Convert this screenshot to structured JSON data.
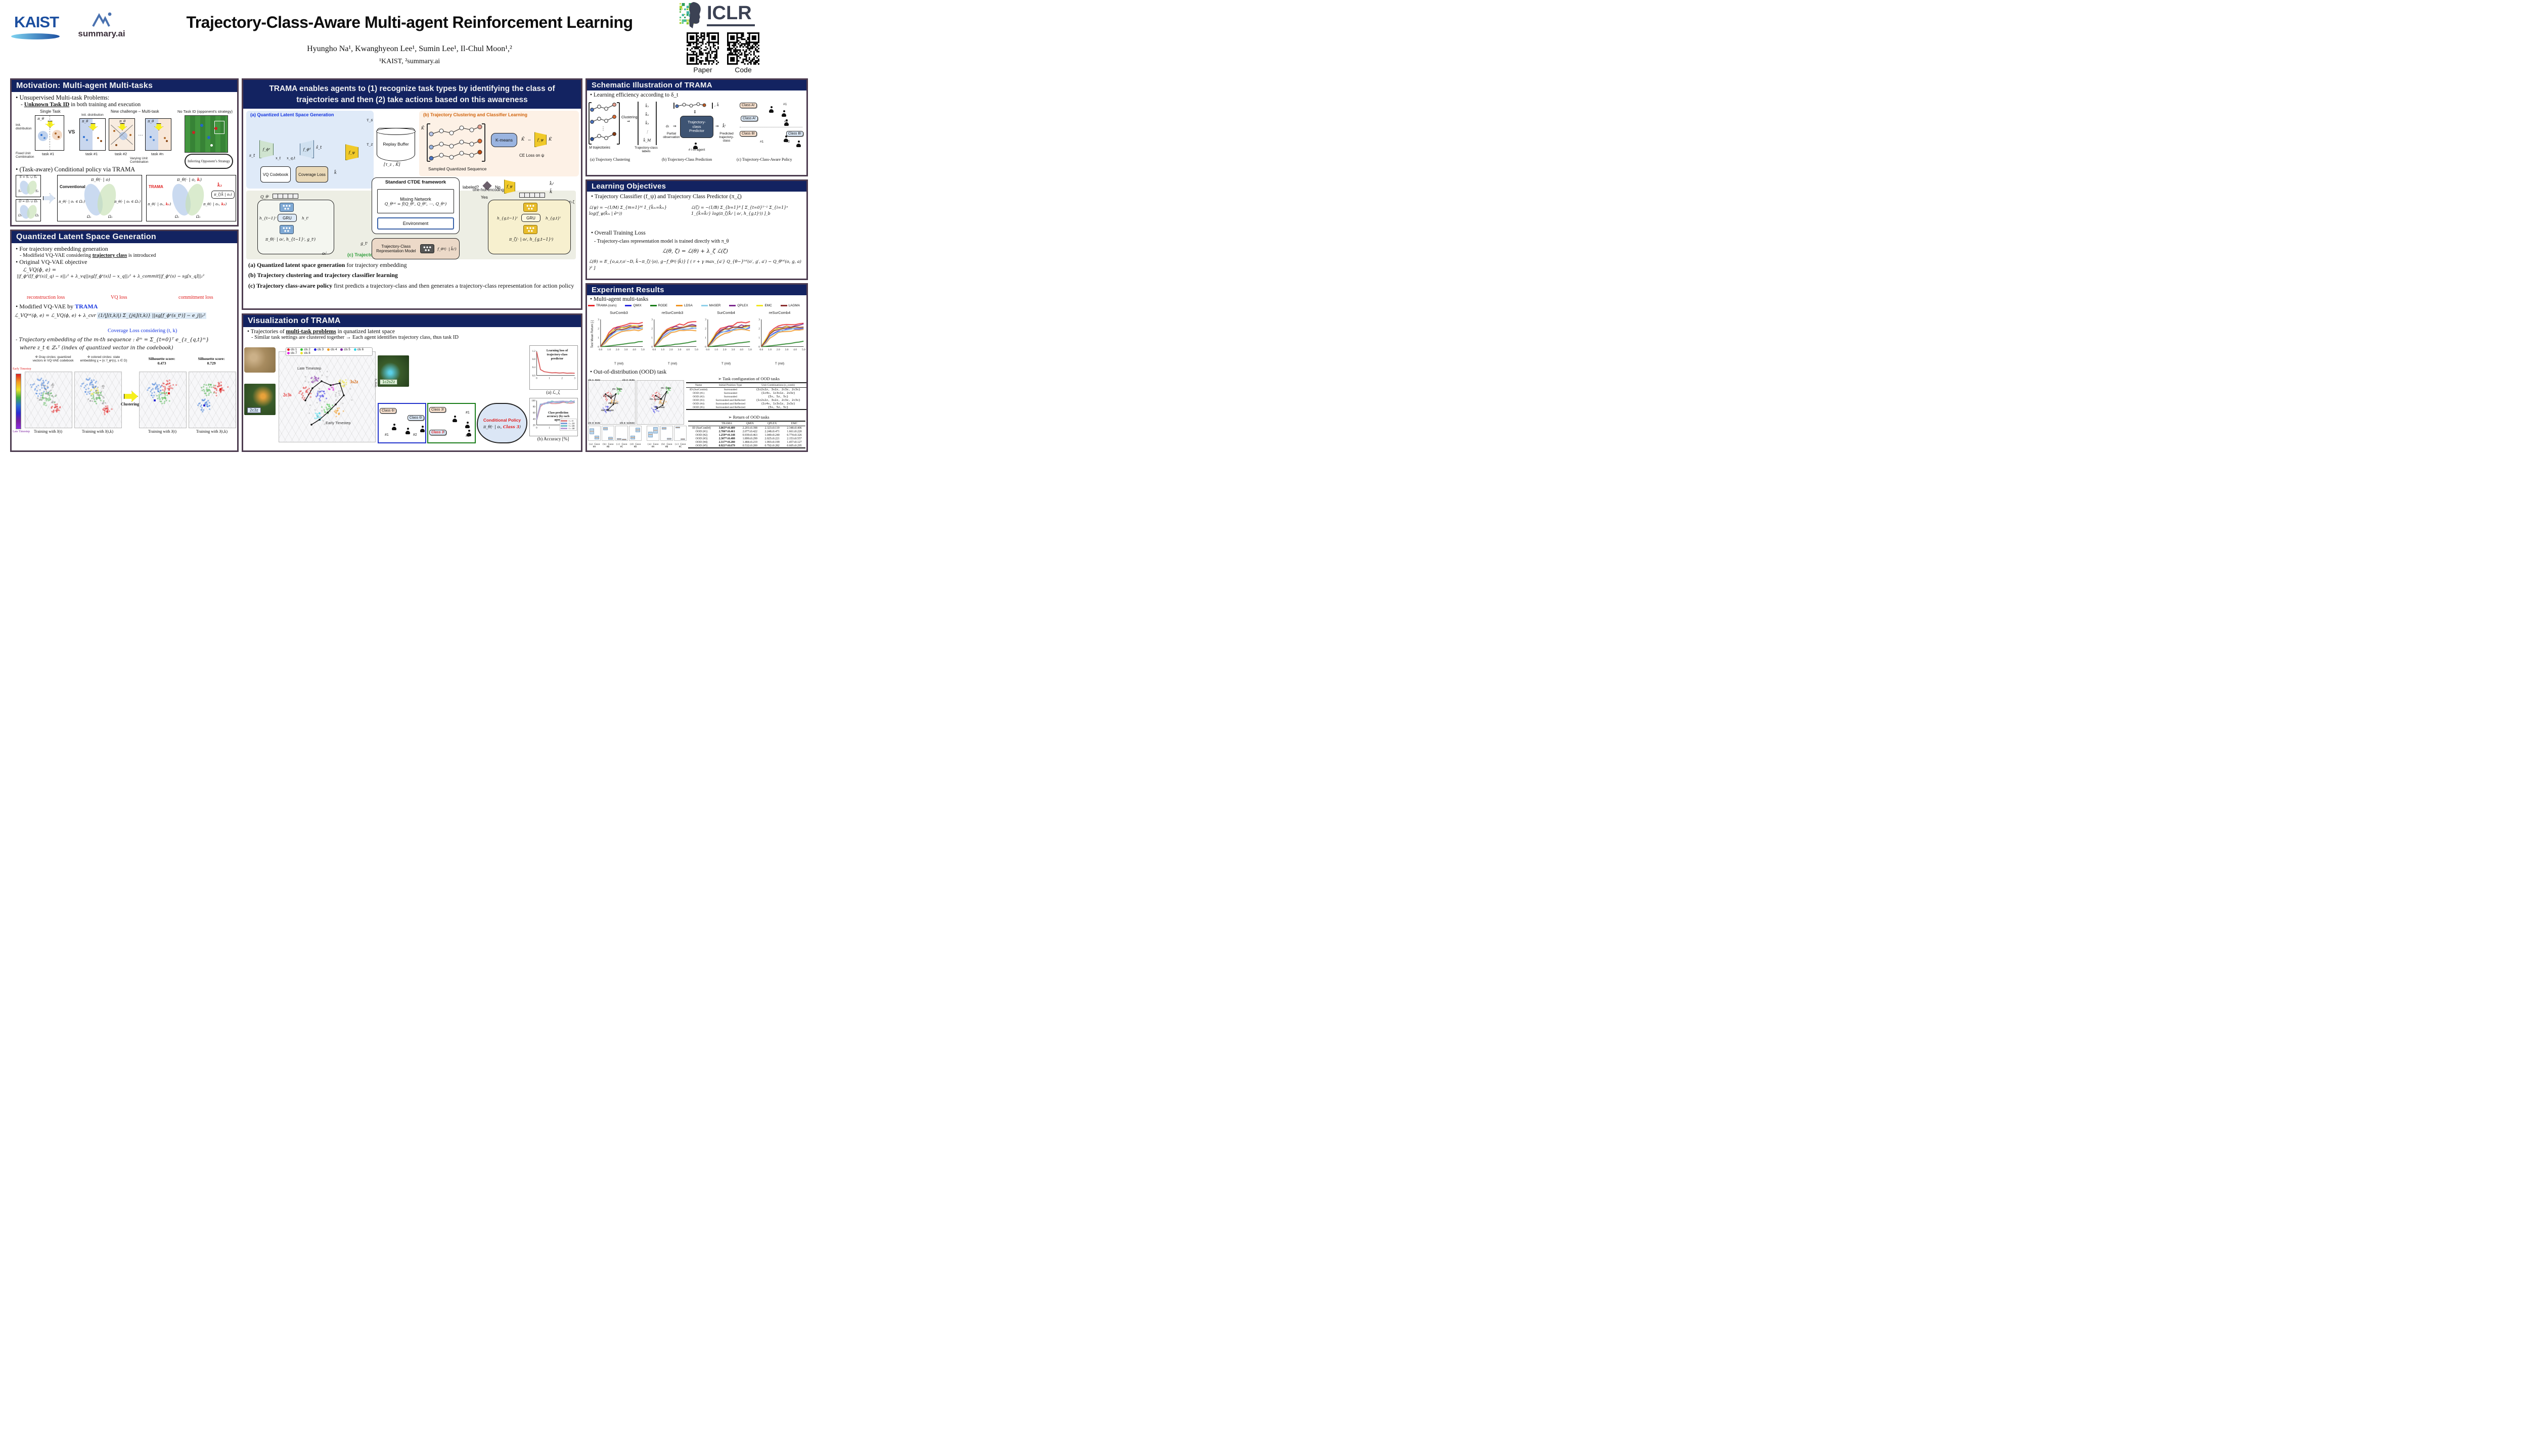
{
  "header": {
    "kaist": "KAIST",
    "summary": "summary.ai",
    "title": "Trajectory-Class-Aware Multi-agent Reinforcement Learning",
    "authors": "Hyungho Na¹, Kwanghyeon Lee¹, Sumin Lee¹, Il-Chul Moon¹,²",
    "affil": "¹KAIST, ²summary.ai",
    "iclr": "ICLR",
    "qr_paper": "Paper",
    "qr_code": "Code"
  },
  "colors": {
    "navy": "#132361",
    "border": "#4d3c50",
    "accent_red": "#e01f1f",
    "accent_blue": "#1535e0",
    "accent_green": "#2e9e3a",
    "accent_orange": "#d2660f"
  },
  "motivation": {
    "title": "Motivation: Multi-agent Multi-tasks",
    "b1": "• Unsupervised Multi-task Problems:",
    "b1s_pre": "- ",
    "b1s_u": "Unknown Task ID",
    "b1s_rest": " in both training and execution",
    "lbl_single": "Single Task",
    "lbl_init": "Init. distribution",
    "lbl_init2": "Init. distribution",
    "lbl_new": "New challenge – Multi-task",
    "lbl_notask": "No Task ID (opponent’s strategy)",
    "pi": "π_θ",
    "vs": "VS",
    "dots": "…",
    "task1a": "task #1",
    "task1b": "task #1",
    "task2": "task #2",
    "taskn": "task #n",
    "fixed_unit": "Fixed Unit Combination",
    "varying_unit": "Varying Unit Combination",
    "cloud": "Inferring Opponent’s Strategy",
    "b2": "• (Task-aware) Conditional policy via TRAMA",
    "venn1_title": "S = S₁ ∪ S₂",
    "venn1_s1": "S₁",
    "venn1_s2": "S₂",
    "venn2_title": "Ω = Ω₁ ∪ Ω₂",
    "venn2_o1": "Ω₁",
    "venn2_o2": "Ω₂",
    "conv": {
      "name": "Conventional",
      "eq_top": "π_θ(· | o)",
      "eq_l": "π_θ(· | o₁ ∈ Ω₁)",
      "eq_r": "π_θ(· | o₂ ∈ Ω₁)",
      "o1": "Ω₁",
      "o2": "Ω₂"
    },
    "trama": {
      "name": "TRAMA",
      "eq_pre": "π_θ(· | o, ",
      "eq_k": "k",
      "eq_post": ")",
      "k2": "k̂₂",
      "predictor": "π_ζ(k̂ | o₂)",
      "eq_l_pre": "π_θ(· | o₁, ",
      "eq_l_k": "k₁",
      "eq_l_post": ")",
      "eq_r_pre": "π_θ(· | o₂, ",
      "eq_r_k": "k₂",
      "eq_r_post": ")",
      "o1": "Ω₁",
      "o2": "Ω₂"
    }
  },
  "quantized": {
    "title": "Quantized Latent Space Generation",
    "b1": "• For trajectory embedding generation",
    "b1s_pre": "- Modifieid VQ-VAE considering ",
    "b1s_u": "trajectory class",
    "b1s_rest": " is introduced",
    "b2": "•  Original VQ-VAE objective",
    "eq1a": "ℒ_VQ(ϕ, e) =",
    "eq1b": "||f_ϕᵈ([f_ϕᵉ(s)]_q) − s||₂² + λ_vq||sg[f_ϕᵉ(s)] − x_q||₂² + λ_commit||f_ϕᵉ(s) − sg[x_q]||₂²",
    "lab_rec": "reconstruction loss",
    "lab_vq": "VQ loss",
    "lab_commit": "commitment loss",
    "b3_pre": "•  Modified VQ-VAE by ",
    "b3_trama": "TRAMA",
    "eq2_pre": "ℒ_VQᵗᵒᵗ(ϕ, e) = ℒ_VQ(ϕ, e) + λ_cvr ",
    "eq2_hl": "(1/|J(t,k)|) Σ_{j∈J(t,k)} ||sg[f_ϕᵉ(s_tᵏ)] − e_j||₂²",
    "coverage": "Coverage Loss considering (t, k)",
    "traj": "- Trajectory embedding of the m-th sequence : ēᵐ = Σ_{t=0}ᵀ e_{z_{q,t}ᵐ}",
    "where": "where z_t ∈ ℤ₊ᵀ (index of quantized vector in the codebook)",
    "note_gray": "※ Gray circles: quantized vectors in VQ-VAE codebook",
    "note_colored": "※ colored circles: state embedding χ = {x: f_ϕᵉ(s), s ∈ D}",
    "sil_label1": "Silhouette score:",
    "sil1": "0.473",
    "sil_label2": "Silhouette score:",
    "sil2": "0.729",
    "clustering": "Clustering",
    "early": "Early Timestep",
    "late": "Late Timestep",
    "cap1": "Training with J(t)",
    "cap2": "Training with J(t,k)",
    "cap3": "Training with J(t)",
    "cap4": "Training with J(t,k)"
  },
  "trama": {
    "headline": "TRAMA enables agents to (1) recognize task types by identifying the class of trajectories and then (2) take actions based on this awareness",
    "sec_a": "(a) Quantized Latent Space Generation",
    "sec_b": "(b) Trajectory Clustering and Classifier Learning",
    "sec_c": "(c) Trajectory-Class-Dependent Policy",
    "cap_a_b": "(a) Quantized latent space generation",
    "cap_a_r": " for trajectory embedding",
    "cap_b_b": "(b) Trajectory clustering and trajectory classifier learning",
    "cap_c_b": "(c) Trajectory class-aware policy",
    "cap_c_r": " first predicts a trajectory-class and then generates a trajectory-class representation for action policy",
    "labels": {
      "st": "s_t",
      "fe": "f_ϕᵉ",
      "xt": "x_t",
      "xqt": "x_q,t",
      "fd": "f_ϕᵈ",
      "sh": "ŝ_t",
      "vq": "VQ Codebook",
      "cov": "Coverage Loss",
      "fpsi": "f_ψ",
      "kbar_s": "k̄",
      "tau_s": "τ_s",
      "tau_z": "τ_z",
      "replay": "Replay Buffer",
      "tzK": "[τ_z , K̄]",
      "Kbar": "K̄",
      "sampled": "Sampled Quantized Sequence",
      "kmeans": "K-means",
      "iff": "⇔",
      "Khat": "K̂",
      "ce_psi": "CE Loss on ψ",
      "labeled": "labeled?",
      "no": "No",
      "yes": "Yes",
      "kbar2": "k̄",
      "ce_zeta": "⇕ ~ CE Loss on ζ",
      "onehot": "one-hot encoding",
      "khat_i": "k̂ₜⁱ",
      "ctde": "Standard CTDE framework",
      "mixing": "Mixing Network",
      "mix_eq": "Q_θᵗᵒᵗ = f(Q_θ¹, Q_θ², ⋯, Q_θⁿ)",
      "env": "Environment",
      "Qi": "Q_θⁱ",
      "gru1": "GRU",
      "gru2": "GRU",
      "ht1": "h_{t−1}ⁱ",
      "ht": "h_tⁱ",
      "gt": "g_tⁱ",
      "tcr": "Trajectory-Class Representation Model",
      "fg": "f_θᵍ(· | k̂ₜⁱ)",
      "pol_l": "π_θ(· | oₜⁱ, h_{t−1}ⁱ, g_tⁱ)",
      "pol_r": "π_ζ(· | oₜⁱ, h_{g,t−1}ⁱ)",
      "hg1": "h_{g,t−1}ⁱ",
      "hg": "h_{g,t}ⁱ",
      "oi": "oₜⁱ"
    }
  },
  "visualization": {
    "title": "Visualization of TRAMA",
    "b1_pre": "• Trajectories of ",
    "b1_u": "multi-task problems",
    "b1_rest": " in qunatized latent space",
    "sub": "- Similar task settings are clustered together → Each agent identifies trajectory class, thus task ID",
    "legend": [
      {
        "label": "cls 1",
        "color": "#e02020"
      },
      {
        "label": "cls 2",
        "color": "#2ec22e"
      },
      {
        "label": "cls 3",
        "color": "#2020e0"
      },
      {
        "label": "cls 4",
        "color": "#f09a22"
      },
      {
        "label": "cls 5",
        "color": "#7a1fa0"
      },
      {
        "label": "cls 6",
        "color": "#30d5e8"
      },
      {
        "label": "cls 7",
        "color": "#e020e0"
      },
      {
        "label": "cls 8",
        "color": "#ece32a"
      }
    ],
    "late": "Late Timestep",
    "early": "Early Timestep",
    "t2c3s": "2c3s",
    "t3s2z": "3s2z",
    "axis3": "X₃ Axis",
    "thumb2_label": "2c3z",
    "thumb3_label": "1c2s2z",
    "bluebox": {
      "b1": "Class 6!",
      "b2": "Class 6!",
      "a1": "#1",
      "a2": "#2"
    },
    "greenbox": {
      "b1": "Class 3!",
      "b2_pre": "Class 3",
      "b2_post": "!",
      "a1": "#1",
      "a2": "#2"
    },
    "cloud_t": "Conditional Policy",
    "cloud_pre": "π_θ(· | oᵢ, ",
    "cloud_red": "Class 3",
    "cloud_post": ")",
    "loss_ann": "Learning loss of trajectory-class predictor",
    "loss_cap": "(a) ℒ_ζ",
    "loss_curve": {
      "xmax": 3,
      "ymax": 1.2,
      "color": "#d23a3a",
      "values": [
        1.15,
        0.3,
        0.18,
        0.15,
        0.13,
        0.14,
        0.12,
        0.13,
        0.11,
        0.12,
        0.11
      ],
      "xticks": [
        "0",
        "1",
        "2",
        "3"
      ],
      "yticks": [
        "0.0",
        "0.4",
        "0.8",
        "1.2"
      ],
      "xlabel": "T (mil)",
      "ylabel": "Loss [-]"
    },
    "acc_ann": "Class prediction accuracy (by each agent)",
    "acc_cap": "(b) Accuracy [%]",
    "acc_legend": [
      {
        "label": "t = 0",
        "color": "#d98080"
      },
      {
        "label": "t = 10",
        "color": "#7e9cd8"
      },
      {
        "label": "t = 20",
        "color": "#6fc3c9"
      },
      {
        "label": "t = 30",
        "color": "#b89cd8"
      }
    ],
    "acc_curves": {
      "xmax": 3,
      "ymax": 100,
      "series": [
        {
          "color": "#d98080",
          "values": [
            20,
            78,
            86,
            88,
            89,
            90,
            90,
            91,
            90,
            91,
            91
          ]
        },
        {
          "color": "#7e9cd8",
          "values": [
            22,
            82,
            90,
            92,
            93,
            93,
            94,
            94,
            94,
            94,
            94
          ]
        },
        {
          "color": "#6fc3c9",
          "values": [
            24,
            84,
            91,
            93,
            94,
            94,
            95,
            95,
            95,
            95,
            95
          ]
        },
        {
          "color": "#b89cd8",
          "values": [
            25,
            85,
            92,
            94,
            95,
            95,
            95,
            96,
            95,
            96,
            96
          ]
        }
      ],
      "xticks": [
        "0",
        "1",
        "2",
        "3"
      ],
      "yticks": [
        "20",
        "40",
        "60",
        "80",
        "100"
      ],
      "xlabel": "T (mil)",
      "ylabel": "Accuracy [%]"
    }
  },
  "schematic": {
    "title": "Schematic Illustration of TRAMA",
    "b1": "• Learning efficiency according to δ_t",
    "a": {
      "m": "M trajectories",
      "clustering": "Clustering",
      "arrow": "⇒",
      "ks": [
        "k̄₁",
        "k̄₂",
        "k̄₃",
        "⋮",
        "k̄_M"
      ],
      "lab": "Trajectory-class labels"
    },
    "b": {
      "seq_k": ",  k̄",
      "ud": "⇕",
      "obs": "oᵢ",
      "arr1": "⇒",
      "box1": "Trajectory-",
      "box2": "class",
      "box3": "Predictor",
      "arr2": "⇒",
      "pred": "k̂ⁱ",
      "partial": "Partial observation",
      "agent": "# i-th agent",
      "predicted": "Predicted trajectory-class"
    },
    "c": {
      "ba1": "Class A!",
      "ba2": "Class A!",
      "bb1": "Class B!",
      "bb2": "Class B!",
      "i1": "#1",
      "i2": "#2",
      "i3": "#1",
      "i4": "#2"
    },
    "caps": [
      "(a) Trajectory Clustering",
      "(b) Trajectory-Class Prediction",
      "(c) Trajectory-Class-Aware Policy"
    ]
  },
  "objectives": {
    "title": "Learning Objectives",
    "b1": "• Trajectory Classifier (f_ψ) and Trajectory Class Predictor (π_ζ)",
    "eq_psi": "ℒ(ψ) = −(1/M) Σ_{m=1}ᴹ 1_{k̄ₘ=k̂ₘ} log(f_ψ(k̂ₘ | ēᵐ))",
    "eq_zeta": "ℒ(ζ) = −(1/B) Σ_{b=1}ᴮ [ Σ_{t=0}ᵀ⁻¹ Σ_{i=1}ⁿ 1_{k̄=k̂ₜⁱ} log(π_ζ(k̂ₜⁱ | oₜⁱ, h_{g,t}ⁱ)) ]_b",
    "b2": "• Overall Training Loss",
    "b2s": "- Trajectory-class representation model is trained directly with π_θ",
    "eq_total": "ℒ(θ, ζ) = ℒ(θ) + λ_ζ ℒ(ζ)",
    "eq_theta": "ℒ(θ) = E_{o,a,r,o′∼D, k̂∼π_ζ(·|o), g∼f_θᵍ(·|k̂)} [ ( r + γ max_{a′} Q_{θ−}ᵗᵒᵗ(o′, g′, a′) − Q_θᵗᵒᵗ(o, g, a) )² ]"
  },
  "results": {
    "title": "Experiment Results",
    "b1": "• Multi-agent multi-tasks",
    "legend": [
      {
        "label": "TRAMA (ours)",
        "color": "#e8262a"
      },
      {
        "label": "QMIX",
        "color": "#2726e0"
      },
      {
        "label": "RODE",
        "color": "#1a7d1a"
      },
      {
        "label": "LDSA",
        "color": "#f09422"
      },
      {
        "label": "MASER",
        "color": "#8fd0ea"
      },
      {
        "label": "QPLEX",
        "color": "#7c2a8e"
      },
      {
        "label": "EMC",
        "color": "#f2e620"
      },
      {
        "label": "LAGMA",
        "color": "#8c2f2f"
      }
    ],
    "subplots": [
      "SurComb3",
      "reSurComb3",
      "SurComb4",
      "reSurComb4"
    ],
    "xlabel": "T (mil)",
    "ylabel": "Test Mean Return [-]",
    "curves": {
      "x": [
        0,
        0.5,
        1,
        1.5,
        2,
        2.5,
        3,
        3.5,
        4,
        4.5,
        5
      ],
      "ylim": [
        0,
        3.4
      ],
      "xticks": [
        "0.0",
        "1.0",
        "2.0",
        "3.0",
        "4.0",
        "5.0"
      ],
      "yticks": [
        "0",
        "1",
        "2",
        "3"
      ],
      "series": [
        {
          "name": "TRAMA (ours)",
          "color": "#e8262a",
          "values": [
            0,
            0.8,
            1.7,
            2.2,
            2.5,
            2.65,
            2.75,
            2.85,
            2.9,
            2.95,
            3.0
          ]
        },
        {
          "name": "QMIX",
          "color": "#2726e0",
          "values": [
            0,
            0.6,
            1.3,
            1.7,
            1.95,
            2.05,
            2.15,
            2.2,
            2.25,
            2.25,
            2.3
          ]
        },
        {
          "name": "RODE",
          "color": "#1a7d1a",
          "values": [
            0,
            0.02,
            0.08,
            0.15,
            0.2,
            0.28,
            0.35,
            0.42,
            0.5,
            0.58,
            0.65
          ]
        },
        {
          "name": "LDSA",
          "color": "#f09422",
          "values": [
            0,
            0.4,
            1.0,
            1.4,
            1.7,
            1.85,
            1.95,
            2.0,
            2.05,
            2.05,
            2.1
          ]
        },
        {
          "name": "MASER",
          "color": "#8fd0ea",
          "values": [
            0,
            0.5,
            1.2,
            1.6,
            1.9,
            2.05,
            2.15,
            2.2,
            2.3,
            2.3,
            2.35
          ]
        },
        {
          "name": "QPLEX",
          "color": "#7c2a8e",
          "values": [
            0,
            0.7,
            1.5,
            2.0,
            2.3,
            2.4,
            2.5,
            2.55,
            2.6,
            2.65,
            2.7
          ]
        },
        {
          "name": "EMC",
          "color": "#f2e620",
          "values": [
            0,
            0.9,
            1.6,
            2.0,
            2.2,
            2.3,
            2.4,
            2.45,
            2.5,
            2.5,
            2.55
          ]
        },
        {
          "name": "LAGMA",
          "color": "#8c2f2f",
          "values": [
            0,
            0.7,
            1.5,
            1.9,
            2.1,
            2.25,
            2.35,
            2.4,
            2.45,
            2.5,
            2.55
          ]
        }
      ]
    },
    "b2": "• Out-of-distribution (OOD) task",
    "ood_cfg": {
      "title": "➢  Task configuration of OOD tasks",
      "headers": [
        "Name",
        "Initial Position Type",
        "Unit Combinations (n_comb)"
      ],
      "rows": [
        [
          "ID (SurComb4)",
          "Surrounded",
          "{1c2s2z, 3s2z, 2c3z, 2c3s}"
        ],
        [
          "OOD (#1)",
          "Surrounded",
          "{1c4s, 1c3s1z, 2s3z}"
        ],
        [
          "OOD (#2)",
          "Surrounded",
          "{5s, 5z, 5c}"
        ],
        [
          "OOD (#3)",
          "Surrounded and Reflected",
          "{1c2s2z, 3s2z, 2c3z, 2c3s}"
        ],
        [
          "OOD (#4)",
          "Surrounded and Reflected",
          "{1c4s, 1c3s1z, 2s3z}"
        ],
        [
          "OOD (#5)",
          "Surrounded and Reflected",
          "{5s, 5z, 5c}"
        ]
      ]
    },
    "ood_ret": {
      "title": "➢  Return of OOD tasks",
      "headers": [
        "",
        "TRAMA",
        "QMIX",
        "QPLEX",
        "EMC"
      ],
      "bold_col": 1,
      "rows": [
        [
          "ID (SurComb4)",
          "3.063*±0.489",
          "2.201±0.398",
          "2.323±0.119",
          "2.348±0.406"
        ],
        [
          "OOD (#1)",
          "2.706*±0.461",
          "2.077±0.422",
          "2.248±0.471",
          "1.661±0.220"
        ],
        [
          "OOD (#2)",
          "1.259*±0.148",
          "0.939±0.463",
          "1.049±0.240",
          "0.774±0.326"
        ],
        [
          "OOD (#3)",
          "2.307*±0.488",
          "1.899±0.299",
          "2.025±0.221",
          "2.153±0.557"
        ],
        [
          "OOD (#4)",
          "2.317*±0.280",
          "1.484±0.219",
          "1.993±0.199",
          "1.457±0.127"
        ],
        [
          "OOD (#5)",
          "0.921*±0.679",
          "0.532±0.200",
          "0.792±0.282",
          "0.605±0.295"
        ]
      ]
    },
    "ood_left": {
      "cls": [
        "cls 1: 3s2z",
        "cls 2: 2c3s",
        "cls 3: 2c3z",
        "cls 4: 1c2s2z"
      ],
      "cases": [
        "#A: 2c3z",
        "#B: 3s2z",
        "#C: 2c3s",
        "#D: 1c2s2z"
      ]
    },
    "ood_right": {
      "cases": [
        "#A: 1c3s1z",
        "#B: 2s3z",
        "#C: 1c4s"
      ]
    },
    "box_caps": [
      "(a) Case #A",
      "(b) Case #B",
      "(c) Case #C",
      "(d) Case #D",
      "(a) Case #A",
      "(b) Case #B",
      "(c) Case #C"
    ]
  }
}
